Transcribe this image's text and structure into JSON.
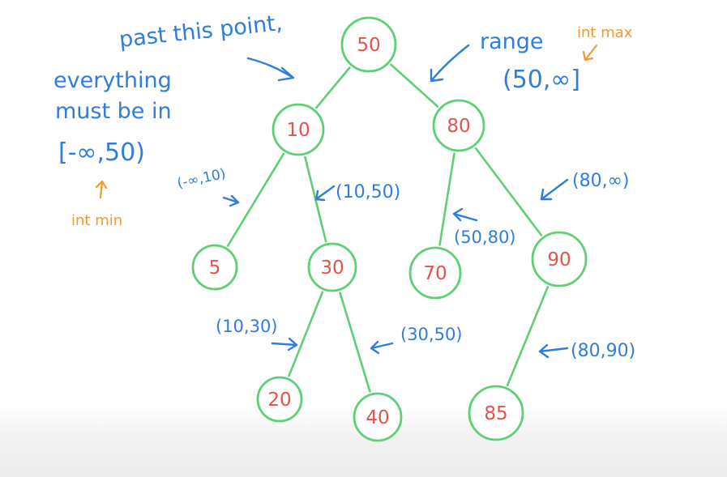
{
  "tree": {
    "nodes": [
      {
        "id": "n50",
        "label": "50"
      },
      {
        "id": "n10",
        "label": "10"
      },
      {
        "id": "n80",
        "label": "80"
      },
      {
        "id": "n5",
        "label": "5"
      },
      {
        "id": "n30",
        "label": "30"
      },
      {
        "id": "n70",
        "label": "70"
      },
      {
        "id": "n90",
        "label": "90"
      },
      {
        "id": "n20",
        "label": "20"
      },
      {
        "id": "n40",
        "label": "40"
      },
      {
        "id": "n85",
        "label": "85"
      }
    ],
    "edges": [
      [
        "n50",
        "n10"
      ],
      [
        "n50",
        "n80"
      ],
      [
        "n10",
        "n5"
      ],
      [
        "n10",
        "n30"
      ],
      [
        "n80",
        "n70"
      ],
      [
        "n80",
        "n90"
      ],
      [
        "n30",
        "n20"
      ],
      [
        "n30",
        "n40"
      ],
      [
        "n90",
        "n85"
      ]
    ]
  },
  "annotations": {
    "past_point_line1": "past this point,",
    "past_point_line2": "everything",
    "past_point_line3": "must be in",
    "left_range": "[-∞,50)",
    "int_min": "int min",
    "range_word": "range",
    "root_range": "(50,∞]",
    "int_max": "int max",
    "range_neg_inf_10": "(-∞,10)",
    "range_10_50": "(10,50)",
    "range_80_inf": "(80,∞)",
    "range_50_80": "(50,80)",
    "range_10_30": "(10,30)",
    "range_30_50": "(30,50)",
    "range_80_90": "(80,90)"
  },
  "colors": {
    "edge": "#5fcf74",
    "node_text": "#e2534a",
    "annotation_blue": "#2f7ddc",
    "annotation_orange": "#f29a2e"
  }
}
